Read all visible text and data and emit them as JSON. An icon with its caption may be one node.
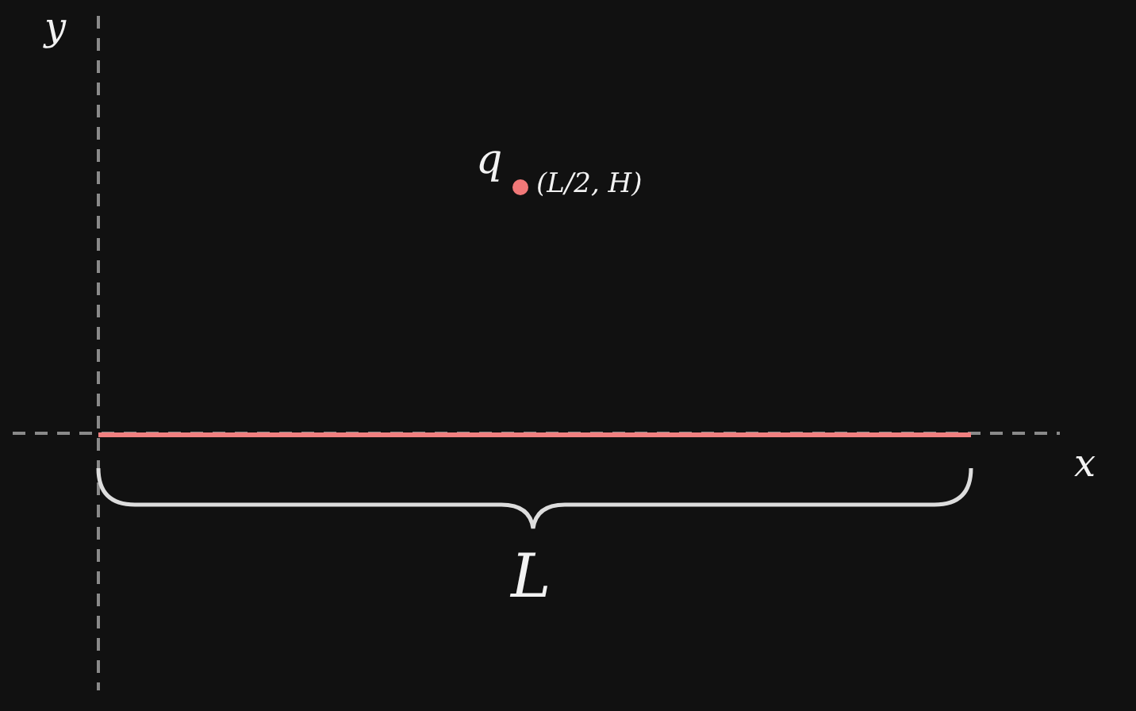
{
  "diagram": {
    "labels": [
      "y",
      "q",
      "(L/2, H)",
      "x",
      "L"
    ]
  }
}
